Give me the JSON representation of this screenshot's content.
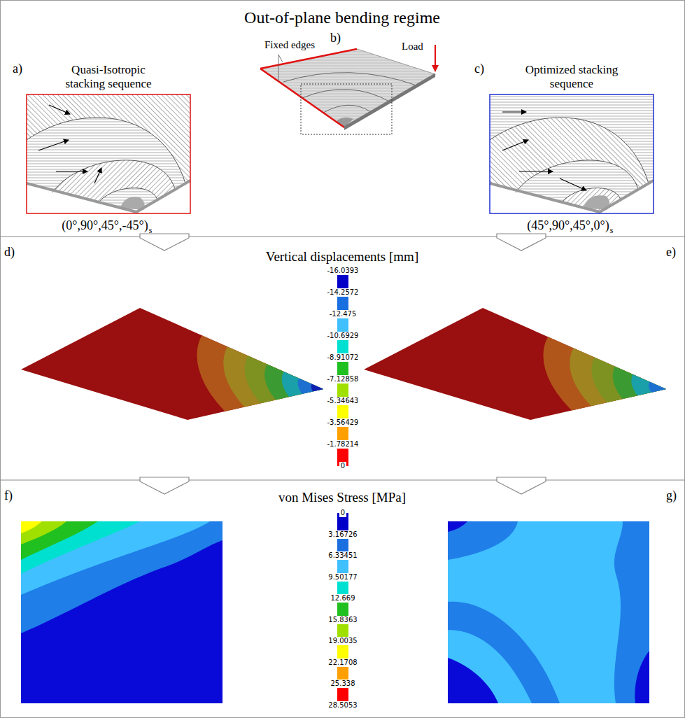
{
  "diagram": {
    "title": "Out-of-plane bending regime",
    "labels": [
      "a)",
      "Quasi-Isotropic stacking sequence",
      "b)",
      "Fixed edges",
      "Load",
      "c)",
      "Optimized stacking sequence",
      "(0°,90°,45°,-45°)",
      "s",
      "(45°,90°,45°,0°)",
      "s",
      "d)",
      "Vertical displacements [mm]",
      "e)",
      "-16.0393",
      "-14.2572",
      "-12.475",
      "-10.6929",
      "-8.91072",
      "-7.12858",
      "-5.34643",
      "-3.56429",
      "-1.78214",
      "0",
      "f)",
      "von Mises Stress [MPa]",
      "g)",
      "0",
      "3.16726",
      "6.33451",
      "9.50177",
      "12.669",
      "15.8363",
      "19.0035",
      "22.1708",
      "25.338",
      "28.5053"
    ]
  }
}
